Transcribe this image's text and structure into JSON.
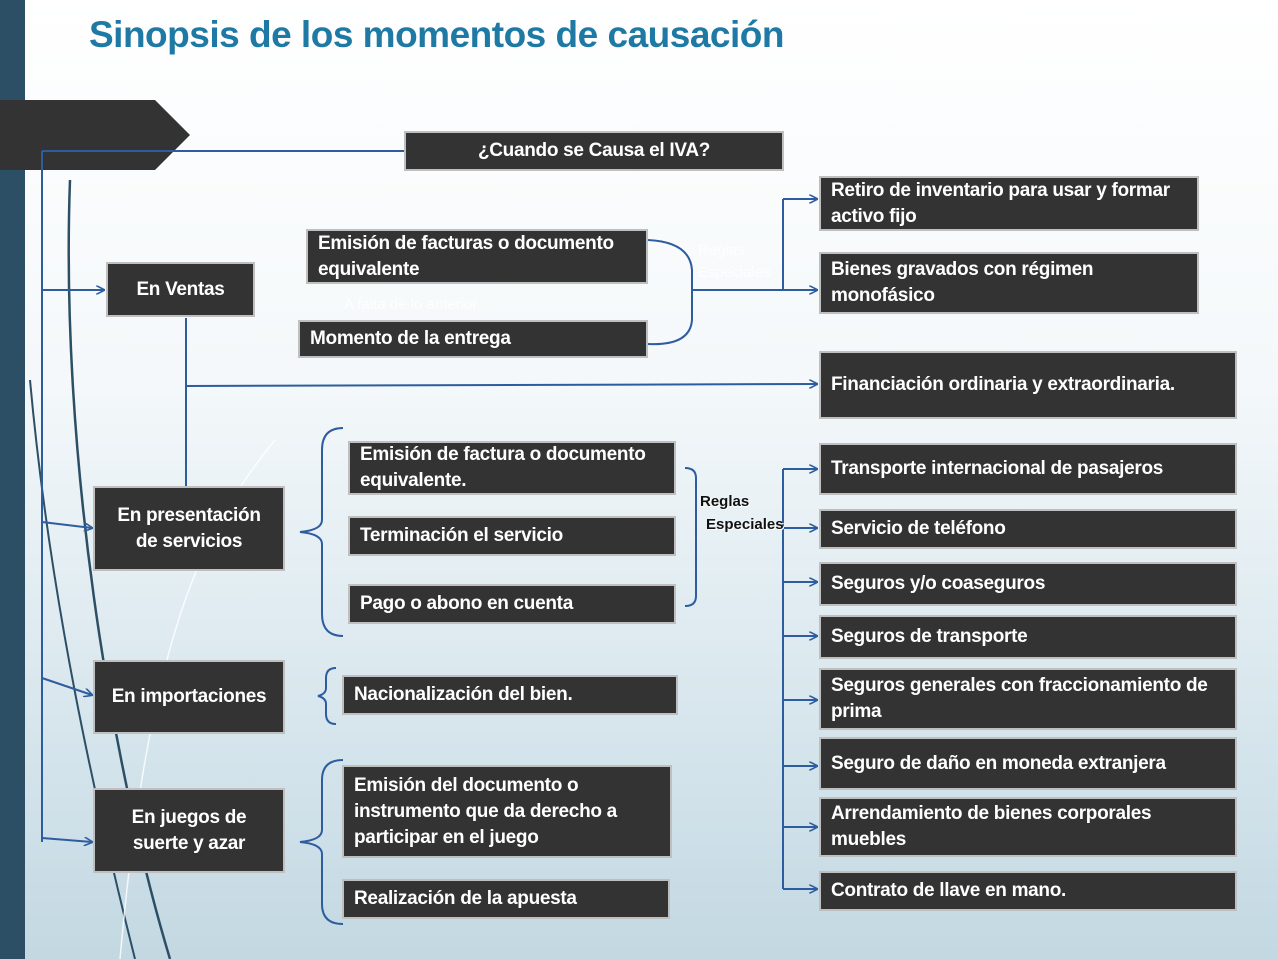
{
  "title": "Sinopsis de los momentos de causación",
  "question": "¿Cuando se Causa el IVA?",
  "categories": {
    "ventas": "En Ventas",
    "servicios": "En presentación de servicios",
    "importaciones": "En importaciones",
    "juegos": "En juegos de suerte y azar"
  },
  "ventas": {
    "emision": "Emisión de facturas o documento equivalente",
    "falta_label": "A falta de lo anterior",
    "entrega": "Momento de la entrega",
    "reglas_label": "Reglas Especiales",
    "especiales": [
      "Retiro de inventario para usar y formar activo fijo",
      "Bienes gravados con régimen monofásico"
    ],
    "financiacion": "Financiación ordinaria y extraordinaria."
  },
  "servicios": {
    "items": [
      "Emisión de factura o documento equivalente.",
      "Terminación el servicio",
      "Pago o abono en cuenta"
    ],
    "reglas_label_1": "Reglas",
    "reglas_label_2": "Especiales",
    "especiales": [
      "Transporte internacional de pasajeros",
      "Servicio de teléfono",
      "Seguros y/o coaseguros",
      "Seguros de transporte",
      "Seguros generales con fraccionamiento de prima",
      "Seguro de daño en moneda extranjera",
      "Arrendamiento de bienes corporales muebles",
      "Contrato de llave en mano."
    ]
  },
  "importaciones": {
    "item": "Nacionalización del bien."
  },
  "juegos": {
    "items": [
      "Emisión del documento o instrumento que da derecho a participar en el juego",
      "Realización de la apuesta"
    ]
  },
  "colors": {
    "box_fill": "#333333",
    "connector": "#2e5d9f",
    "title": "#1e7aa5",
    "band": "#2d4f66"
  }
}
